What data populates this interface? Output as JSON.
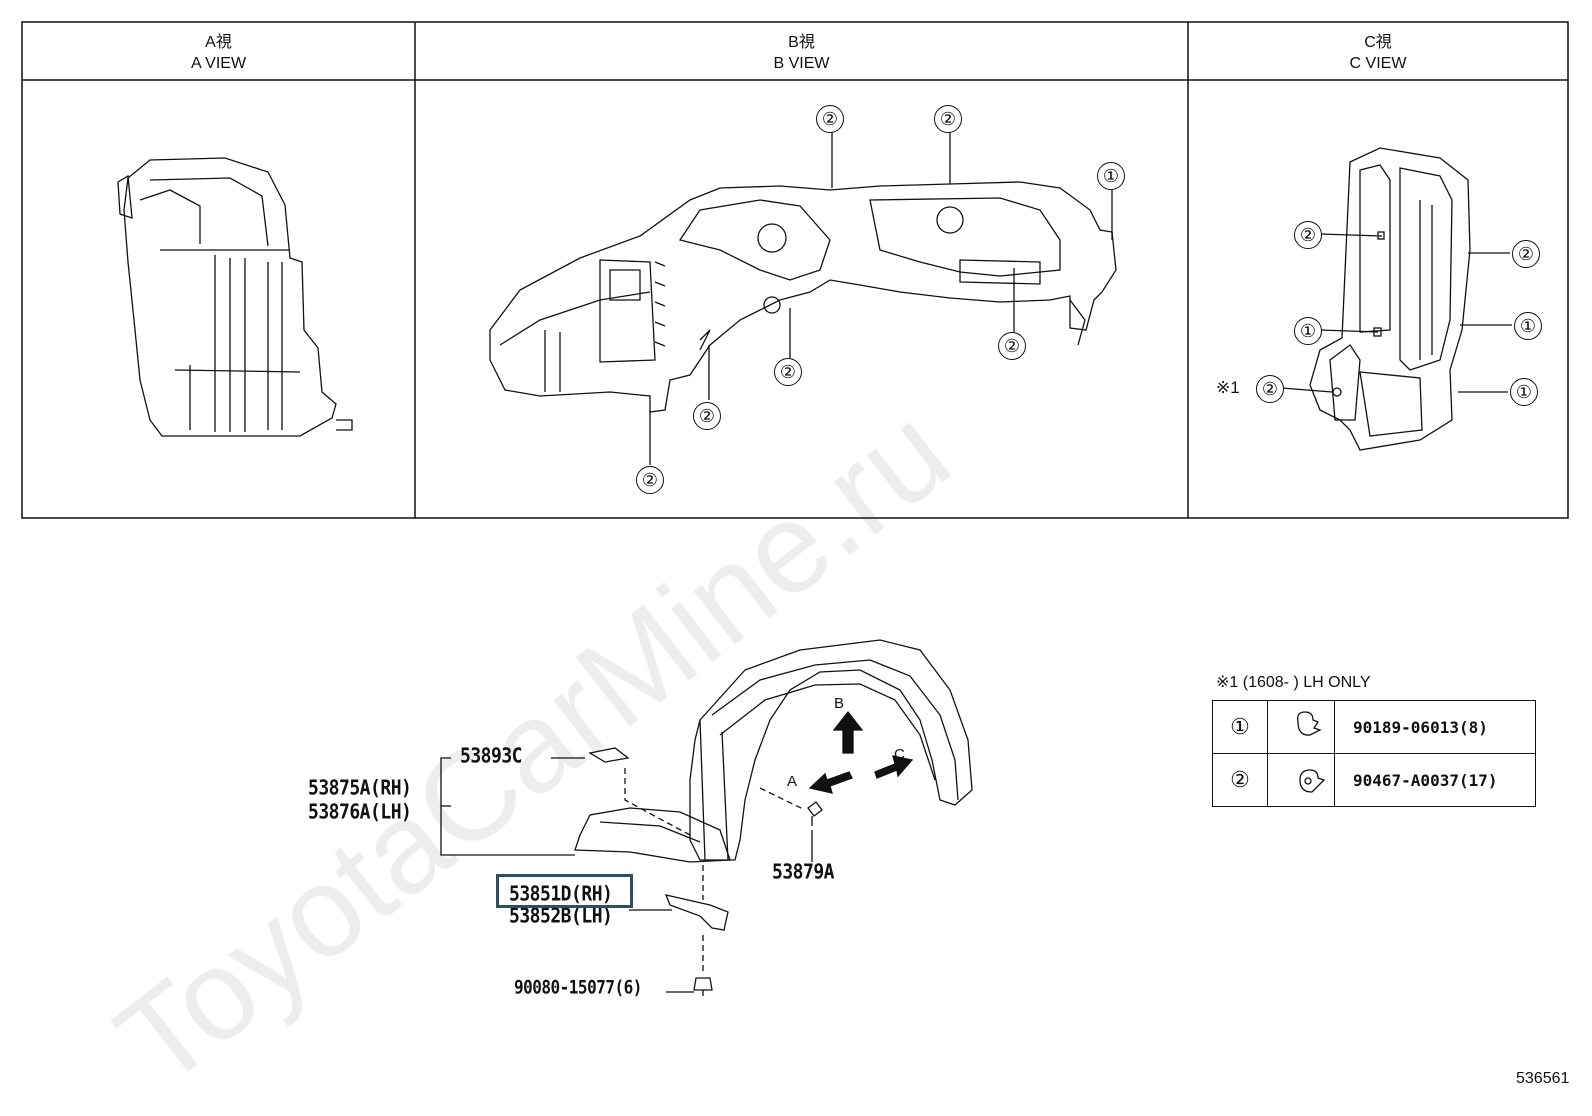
{
  "views": [
    {
      "jp": "A視",
      "en": "A VIEW"
    },
    {
      "jp": "B視",
      "en": "B VIEW"
    },
    {
      "jp": "C視",
      "en": "C VIEW"
    }
  ],
  "callouts": {
    "one": "①",
    "two": "②",
    "note_mark": "※1"
  },
  "direction_labels": {
    "a": "A",
    "b": "B",
    "c": "C"
  },
  "parts": {
    "p53893c": "53893C",
    "p53875a": "53875A(RH)",
    "p53876a": "53876A(LH)",
    "p53879a": "53879A",
    "p53851d": "53851D(RH)",
    "p53852b": "53852B(LH)",
    "p90080": "90080-15077(6)"
  },
  "legend": {
    "note": "※1 (1608-      ) LH ONLY",
    "rows": [
      {
        "mark": "①",
        "icon": "push-clip-icon",
        "part": "90189-06013(8)"
      },
      {
        "mark": "②",
        "icon": "grommet-clip-icon",
        "part": "90467-A0037(17)"
      }
    ]
  },
  "watermark": "ToyotaCarMine.ru",
  "doc_number": "536561",
  "highlight_color": "#2c4f63"
}
